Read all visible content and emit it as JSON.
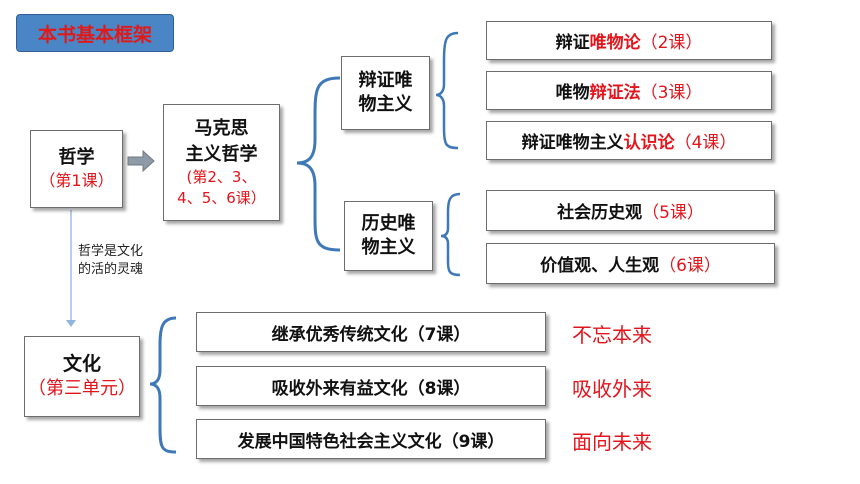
{
  "header": {
    "tag": "本书基本框架"
  },
  "philosophy": {
    "title": "哲学",
    "lesson": "（第1课）"
  },
  "marxism": {
    "line1": "马克思",
    "line2": "主义哲学",
    "lessons1": "(第2、3、",
    "lessons2": "4、5、6课）"
  },
  "dialectical": {
    "line1": "辩证唯",
    "line2": "物主义",
    "items": [
      {
        "pre": "辩证",
        "hl": "唯物论",
        "post": "（2课）"
      },
      {
        "pre": "唯物",
        "hl": "辩证法",
        "post": "（3课）"
      },
      {
        "pre": "辩证唯物主义",
        "hl": "认识论",
        "post": "（4课）"
      }
    ]
  },
  "historical": {
    "line1": "历史唯",
    "line2": "物主义",
    "items": [
      {
        "pre": "社会历史观",
        "post": "（5课）"
      },
      {
        "pre": "价值观、人生观",
        "post": "（6课）"
      }
    ]
  },
  "link_note": {
    "line1": "哲学是文化",
    "line2": "的活的灵魂"
  },
  "culture": {
    "title": "文化",
    "unit": "（第三单元）",
    "items": [
      {
        "label": "继承优秀传统文化（7课）",
        "note": "不忘本来"
      },
      {
        "label": "吸收外来有益文化（8课）",
        "note": "吸收外来"
      },
      {
        "label": "发展中国特色社会主义文化（9课）",
        "note": "面向未来"
      }
    ]
  },
  "colors": {
    "accent_red": "#e3141b",
    "brace_blue": "#3f78b8",
    "tag_blue": "#4a86c6",
    "arrow_gray": "#8e9aa6"
  }
}
